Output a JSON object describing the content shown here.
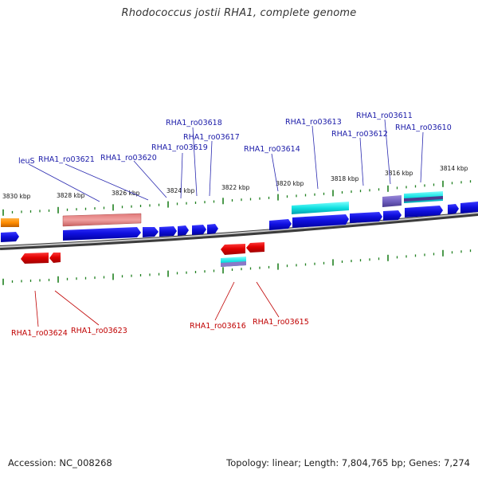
{
  "title": "Rhodococcus jostii RHA1, complete genome",
  "footer": {
    "accession": "Accession: NC_008268",
    "summary": "Topology: linear; Length: 7,804,765 bp; Genes: 7,274"
  },
  "colors": {
    "forward_label": "#1a1aa8",
    "reverse_label": "#c00000",
    "forward_gene": "#1010e0",
    "reverse_gene": "#e01010",
    "tick": "#208020",
    "backbone": "#808080"
  },
  "kbp_labels": [
    "3830 kbp",
    "3828 kbp",
    "3826 kbp",
    "3824 kbp",
    "3822 kbp",
    "3820 kbp",
    "3818 kbp",
    "3816 kbp",
    "3814 kbp"
  ],
  "forward_labels": [
    "leuS",
    "RHA1_ro03621",
    "RHA1_ro03620",
    "RHA1_ro03619",
    "RHA1_ro03618",
    "RHA1_ro03617",
    "RHA1_ro03614",
    "RHA1_ro03613",
    "RHA1_ro03612",
    "RHA1_ro03611",
    "RHA1_ro03610"
  ],
  "reverse_labels": [
    "RHA1_ro03624",
    "RHA1_ro03623",
    "RHA1_ro03616",
    "RHA1_ro03615"
  ]
}
